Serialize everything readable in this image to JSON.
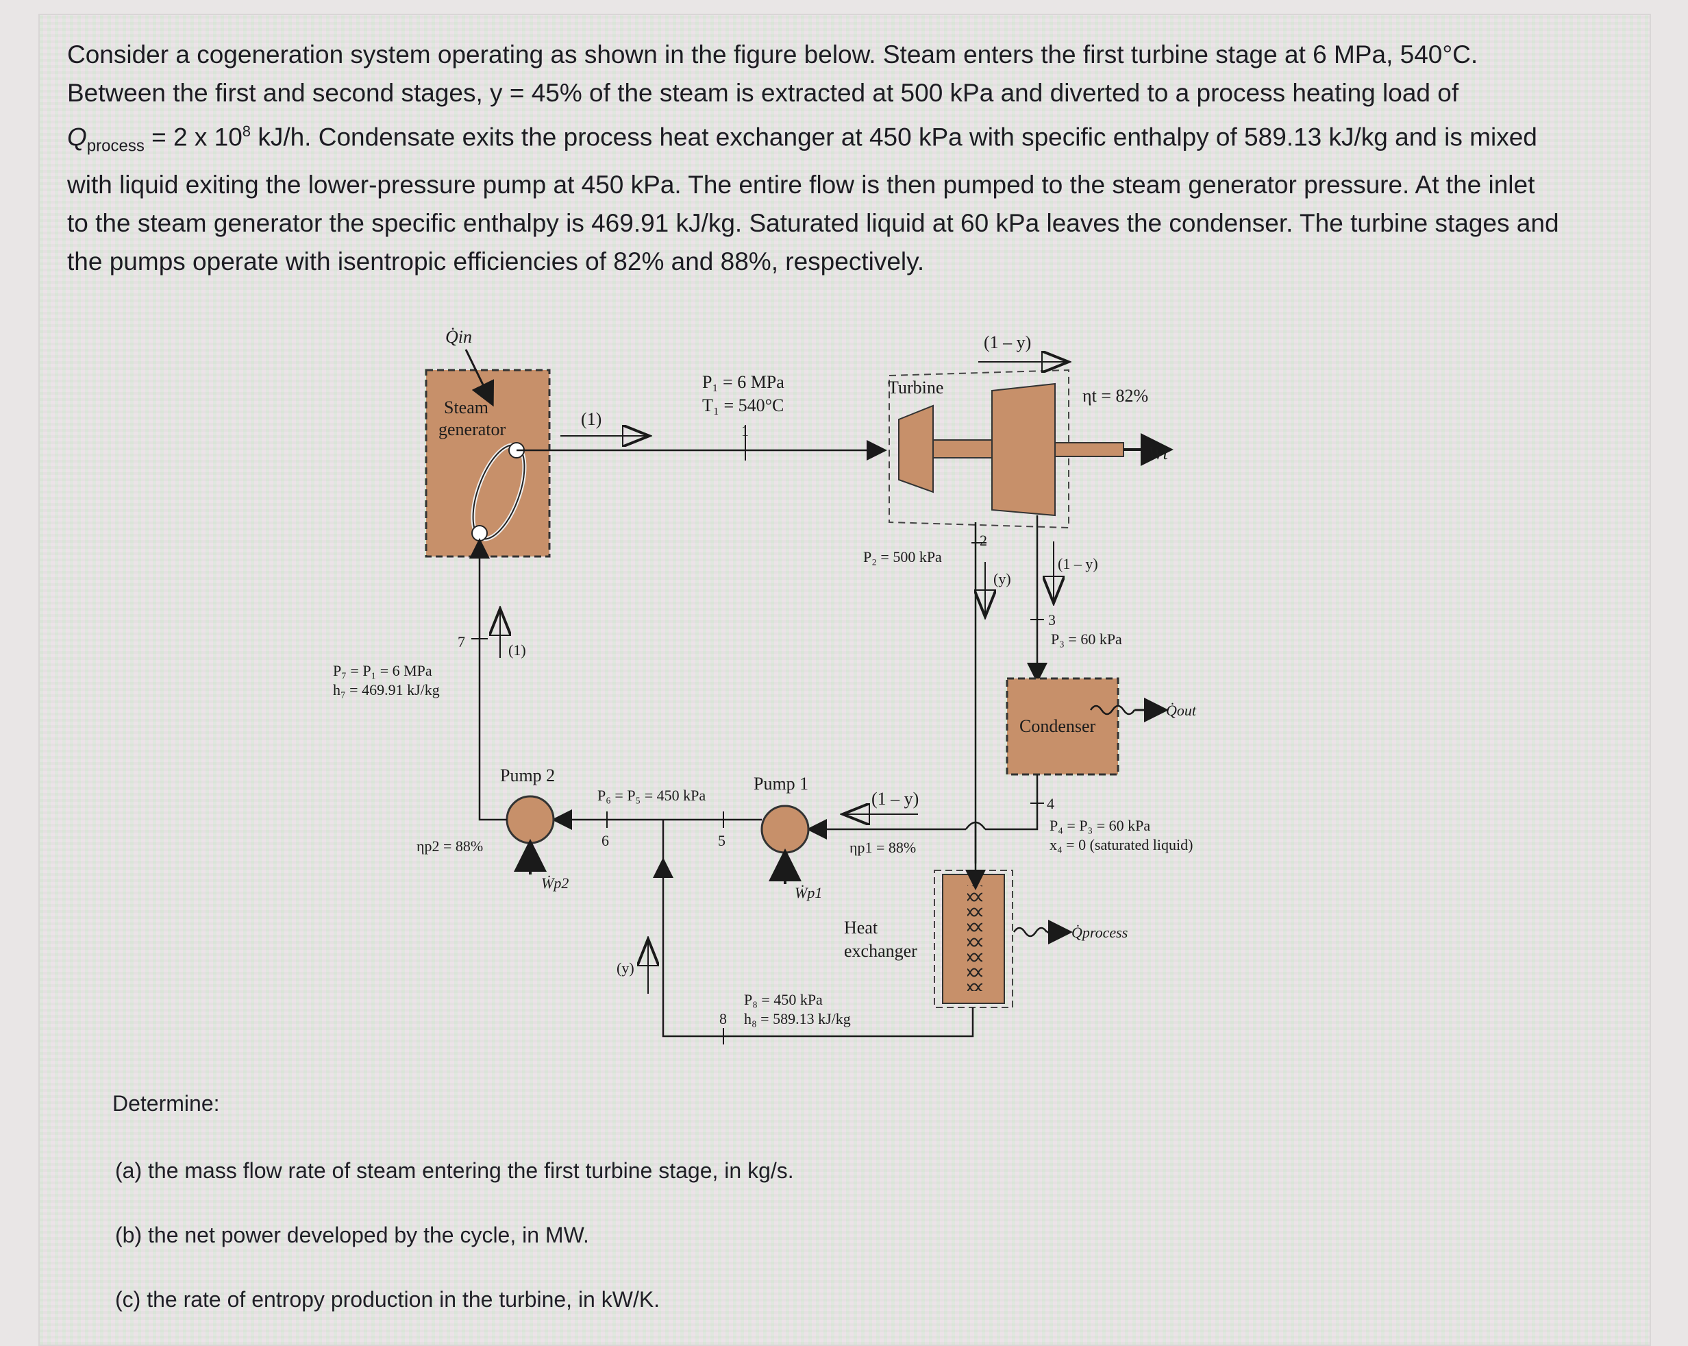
{
  "problem": {
    "line1": "Consider a cogeneration system operating as shown in the figure below. Steam enters the first turbine stage at 6 MPa, 540°C.",
    "line2_pre": "Between the first and second stages, y = ",
    "line2_post": " 45% of the steam is extracted at 500 kPa and diverted to a process heating load of",
    "line3_q": "Q",
    "line3_sub": "process",
    "line3_eq": " = 2 x 10",
    "line3_exp": "8",
    "line3_rest": " kJ/h. Condensate exits the process heat exchanger at 450 kPa with specific enthalpy of 589.13 kJ/kg and is mixed",
    "line4": "with liquid exiting the lower-pressure pump at 450 kPa. The entire flow is then pumped to the steam generator pressure. At the inlet",
    "line5": "to the steam generator the specific enthalpy is 469.91 kJ/kg. Saturated liquid at 60 kPa leaves the condenser. The turbine stages and",
    "line6": "the pumps operate with isentropic efficiencies of 82% and 88%, respectively."
  },
  "figure": {
    "q_in": "Q̇in",
    "steam_gen_1": "Steam",
    "steam_gen_2": "generator",
    "flow_1": "(1)",
    "p1": "P₁ = 6 MPa",
    "t1": "T₁ = 540°C",
    "state_1": "1",
    "turbine": "Turbine",
    "flow_1my_top": "(1 – y)",
    "eta_t": "ηt = 82%",
    "w_t": "Ẇt",
    "p2": "P₂ = 500 kPa",
    "state_2": "2",
    "flow_y": "(y)",
    "flow_1my_mid": "(1 – y)",
    "state_3": "3",
    "p3": "P₃ = 60 kPa",
    "condenser": "Condenser",
    "q_out": "Q̇out",
    "state_4": "4",
    "p4": "P₄ = P₃ = 60 kPa",
    "x4": "x₄ = 0 (saturated liquid)",
    "state_7": "7",
    "flow_1_left": "(1)",
    "p7": "P₇ = P₁ = 6 MPa",
    "h7": "h₇ = 469.91 kJ/kg",
    "pump2": "Pump 2",
    "eta_p2": "ηp2 = 88%",
    "w_p2": "Ẇp2",
    "p6": "P₆ = P₅ = 450 kPa",
    "state_6": "6",
    "state_5": "5",
    "pump1": "Pump 1",
    "flow_1my_bot": "(1 – y)",
    "eta_p1": "ηp1 = 88%",
    "w_p1": "Ẇp1",
    "hx_1": "Heat",
    "hx_2": "exchanger",
    "q_process": "Q̇process",
    "flow_y_bot": "(y)",
    "p8": "P₈ = 450 kPa",
    "h8": "h₈ = 589.13 kJ/kg",
    "state_8": "8"
  },
  "questions": {
    "determine": "Determine:",
    "a": "(a) the mass flow rate of steam entering the first turbine stage, in kg/s.",
    "b": "(b) the net power developed by the cycle, in MW.",
    "c": "(c) the rate of entropy production in the turbine, in kW/K."
  },
  "colors": {
    "component_fill": "#c7906a",
    "line": "#1a1a1a",
    "text": "#1c1c22"
  }
}
